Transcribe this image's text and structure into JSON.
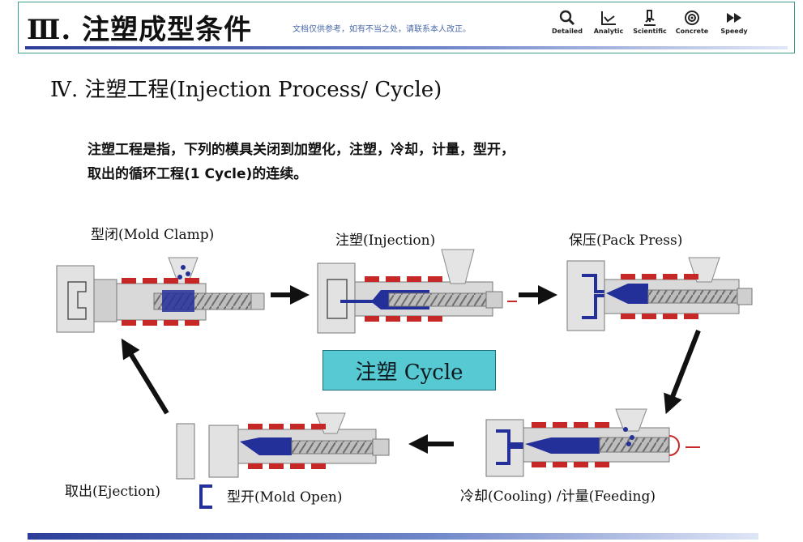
{
  "header": {
    "title": "Ⅲ. 注塑成型条件",
    "note": "文档仅供参考，如有不当之处，请联系本人改正。",
    "nav": [
      {
        "label": "Detailed",
        "icon": "magnifier-icon"
      },
      {
        "label": "Analytic",
        "icon": "line-chart-icon"
      },
      {
        "label": "Scientific",
        "icon": "microscope-icon"
      },
      {
        "label": "Concrete",
        "icon": "target-icon"
      },
      {
        "label": "Speedy",
        "icon": "fast-forward-icon"
      }
    ]
  },
  "section_title": "Ⅳ. 注塑工程(Injection Process/ Cycle)",
  "intro": {
    "line1": "注塑工程是指，下列的模具关闭到加塑化，注塑，冷却，计量，型开，",
    "line2": "取出的循环工程(1 Cycle)的连续。"
  },
  "stages": {
    "mold_clamp": "型闭(Mold Clamp)",
    "injection": "注塑(Injection)",
    "pack_press": "保压(Pack Press)",
    "cooling_feeding": "冷却(Cooling) /计量(Feeding)",
    "mold_open": "型开(Mold Open)",
    "ejection": "取出(Ejection)"
  },
  "cycle_label": "注塑 Cycle",
  "colors": {
    "frame": "#3a9c8c",
    "heater": "#c62828",
    "melt": "#24309a",
    "cycle_box": "#56c9d2",
    "barrel": "#d6d6d6"
  }
}
